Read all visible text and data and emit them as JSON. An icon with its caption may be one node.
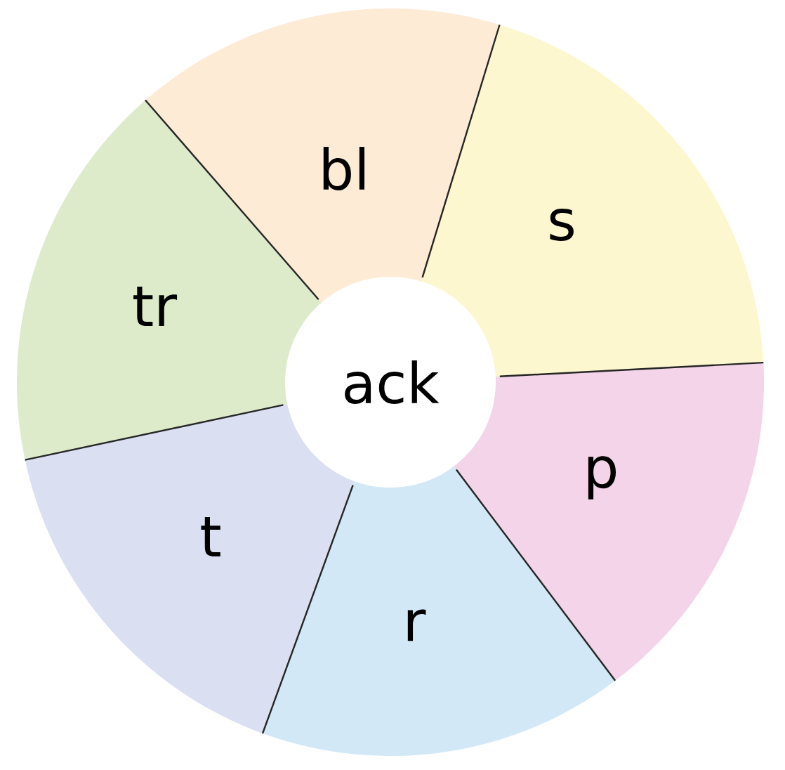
{
  "diagram": {
    "nodes": [
      {
        "text": [
          "bl"
        ]
      },
      {
        "text": [
          "s"
        ]
      },
      {
        "text": [
          "tr"
        ]
      },
      {
        "text": [
          "ack"
        ]
      },
      {
        "text": [
          "p"
        ]
      },
      {
        "text": [
          "t"
        ]
      },
      {
        "text": [
          "r"
        ]
      }
    ]
  }
}
